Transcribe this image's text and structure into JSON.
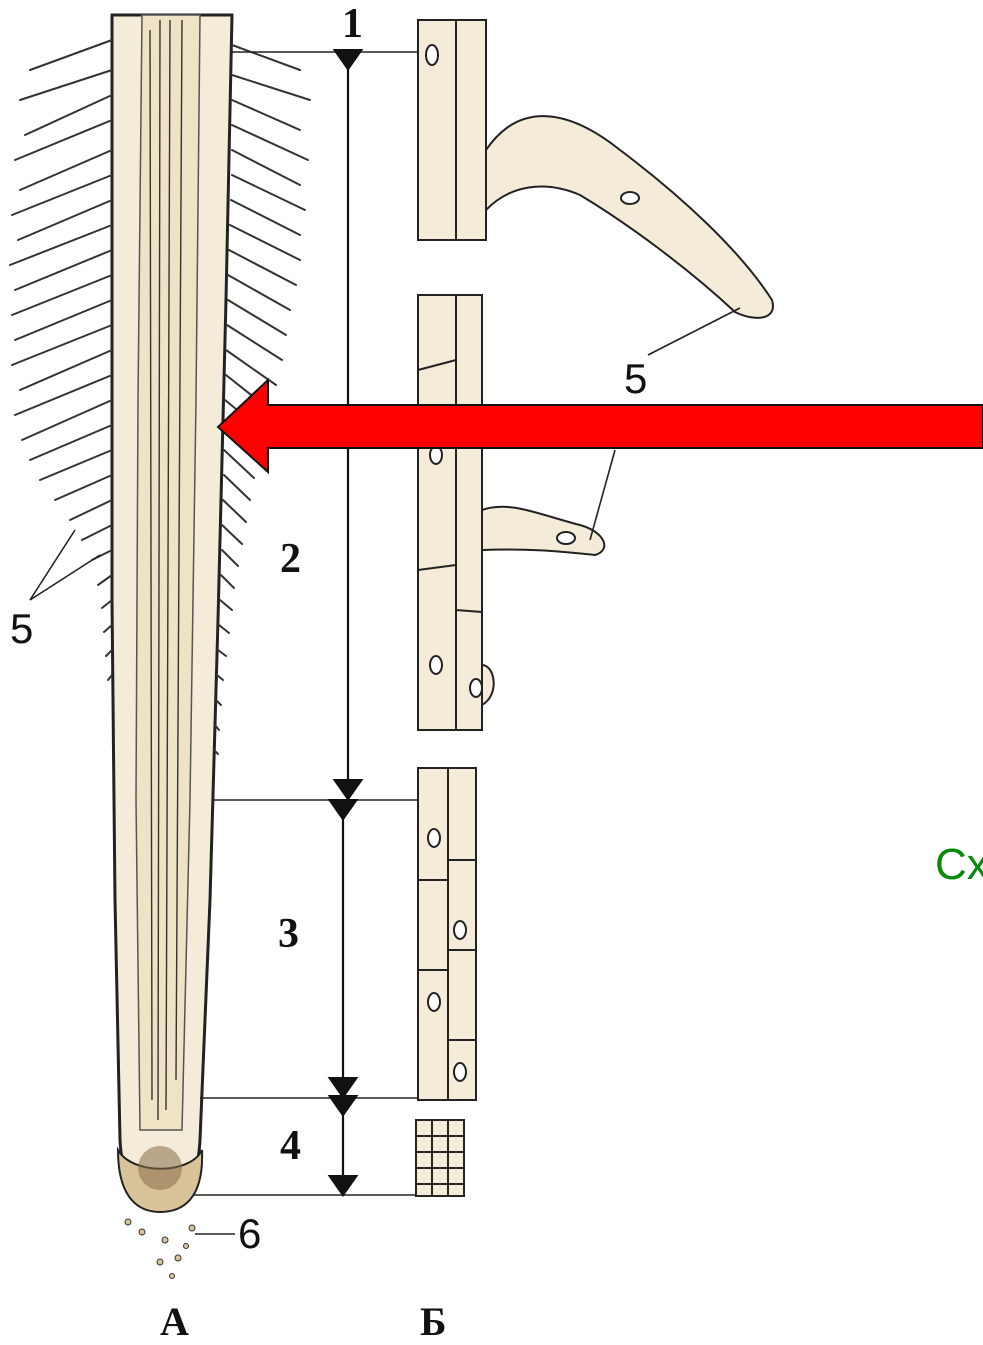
{
  "figure": {
    "panel_labels": {
      "a": "А",
      "b": "Б"
    },
    "zone_labels": {
      "z1": "1",
      "z2": "2",
      "z3": "3",
      "z4": "4"
    },
    "root_hair_label": "5",
    "root_cap_label": "6",
    "cut_caption": "Сх"
  },
  "colors": {
    "arrow": "#ff0000",
    "caption": "#0a8a0a",
    "ink": "#222222",
    "tissue_fill": "#f4ecd8"
  },
  "arrow": {
    "direction": "left",
    "points_to": "root-hair-zone"
  }
}
